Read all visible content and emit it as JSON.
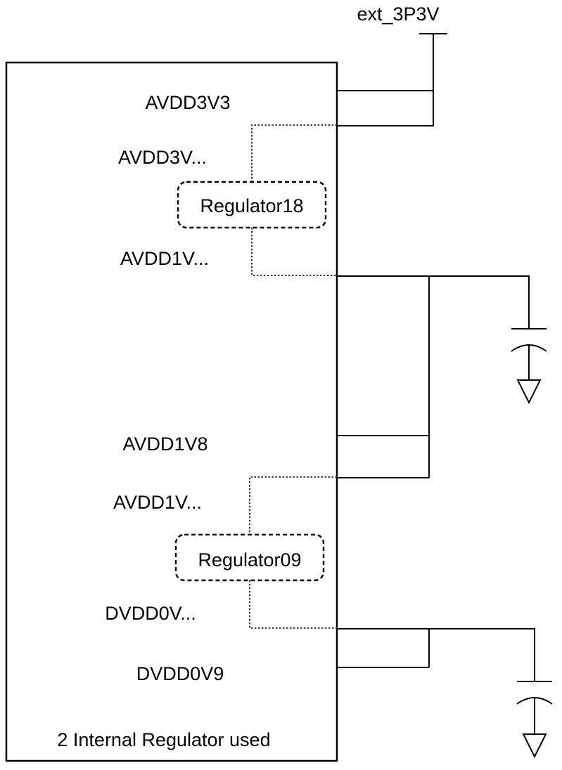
{
  "supply": {
    "label": "ext_3P3V"
  },
  "chip": {
    "pins": [
      "AVDD3V3",
      "AVDD3V...",
      "AVDD1V...",
      "AVDD1V8",
      "AVDD1V...",
      "DVDD0V...",
      "DVDD0V9"
    ],
    "footer": "2 Internal Regulator used"
  },
  "regulators": [
    "Regulator18",
    "Regulator09"
  ],
  "components": [
    "capacitor-icon",
    "ground-icon"
  ]
}
